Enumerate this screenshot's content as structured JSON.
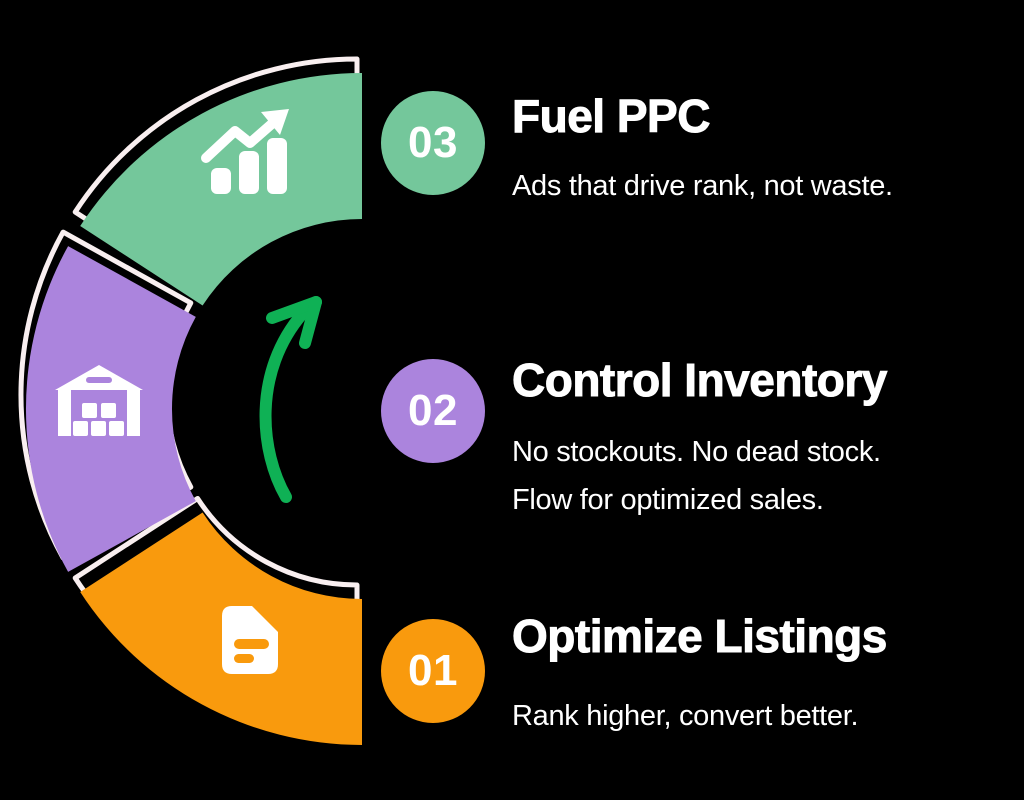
{
  "colors": {
    "background": "#000000",
    "segment_green": "#74c79b",
    "segment_purple": "#ab84dd",
    "segment_orange": "#f99a0d",
    "arrow_green": "#0fb155",
    "outline_white": "#f9eff0",
    "icon_white": "#ffffff",
    "text_white": "#ffffff"
  },
  "steps": [
    {
      "number": "03",
      "title": "Fuel PPC",
      "description_lines": [
        "Ads that drive rank, not waste."
      ],
      "accent_color": "#74c79b",
      "icon": "growth-chart-icon"
    },
    {
      "number": "02",
      "title": "Control Inventory",
      "description_lines": [
        "No stockouts. No dead stock.",
        "Flow for optimized sales."
      ],
      "accent_color": "#ab84dd",
      "icon": "warehouse-icon"
    },
    {
      "number": "01",
      "title": "Optimize Listings",
      "description_lines": [
        "Rank higher, convert better."
      ],
      "accent_color": "#f99a0d",
      "icon": "document-icon"
    }
  ]
}
